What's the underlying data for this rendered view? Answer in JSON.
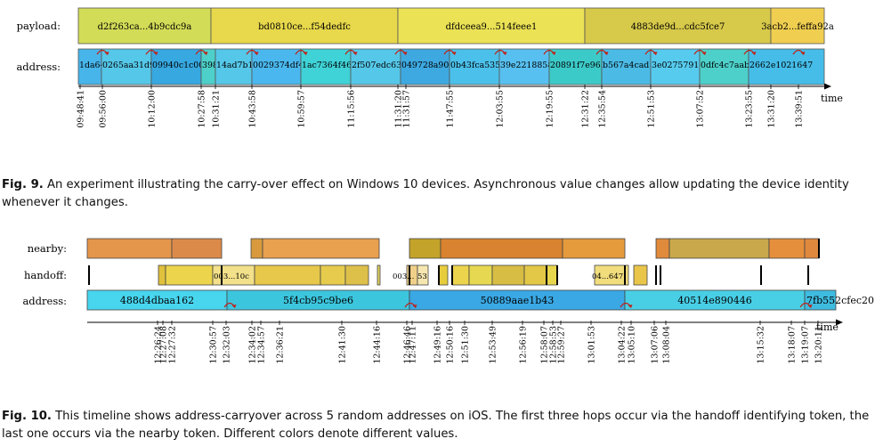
{
  "figure9": {
    "row_labels": [
      "payload:",
      "address:"
    ],
    "time_label": "time",
    "payload_segments": [
      {
        "label": "d2f263ca...4b9cdc9a",
        "color": "#d3dc57"
      },
      {
        "label": "bd0810ce...f54dedfc",
        "color": "#e8d84b"
      },
      {
        "label": "dfdceea9...514feee1",
        "color": "#ebe255"
      },
      {
        "label": "4883de9d...cdc5fce7",
        "color": "#d7c94a"
      },
      {
        "label": "3acb2...feffa92a",
        "color": "#f0ce50"
      }
    ],
    "address_segments": [
      {
        "label": "1da64",
        "color": "#47b5ea"
      },
      {
        "label": "0265aa31d9",
        "color": "#55c7e8"
      },
      {
        "label": "09940c1c00",
        "color": "#37a8e0"
      },
      {
        "label": "3980a7d67d",
        "color": "#4dd0c9"
      },
      {
        "label": "14ad7b127",
        "color": "#55c7e8"
      },
      {
        "label": "0029374df4",
        "color": "#4ab8ee"
      },
      {
        "label": "1ac7364f46",
        "color": "#3fd2d6"
      },
      {
        "label": "2f507edc63",
        "color": "#55c7e8"
      },
      {
        "label": "049728a900",
        "color": "#3ea9e1"
      },
      {
        "label": "0b43fca535",
        "color": "#4bc0ea"
      },
      {
        "label": "39e2218858",
        "color": "#58c0f0"
      },
      {
        "label": "20891f7e963",
        "color": "#3ccac8"
      },
      {
        "label": "b567a4cad",
        "color": "#4bbbe5"
      },
      {
        "label": "3e02757912",
        "color": "#56cbee"
      },
      {
        "label": "0dfc4c7aab",
        "color": "#4dd0c9"
      },
      {
        "label": "2662e1021647",
        "color": "#45bde8"
      }
    ],
    "tick_labels": [
      "09:48:41",
      "09:56:00",
      "10:12:00",
      "10:27:58",
      "10:31:21",
      "10:43:58",
      "10:59:57",
      "11:15:56",
      "11:31:20",
      "11:31:57",
      "11:47:55",
      "12:03:55",
      "12:19:55",
      "12:31:22",
      "12:35:54",
      "12:51:53",
      "13:07:52",
      "13:23:55",
      "13:31:20",
      "13:39:51"
    ]
  },
  "figure10": {
    "row_labels": [
      "nearby:",
      "handoff:",
      "address:"
    ],
    "time_label": "time",
    "handoff_labels": [
      "003...10c",
      "003...",
      "53",
      "04...647"
    ],
    "address_segments": [
      {
        "label": "488d4dbaa162",
        "color": "#48d5ee"
      },
      {
        "label": "5f4cb95c9be6",
        "color": "#3cc6de"
      },
      {
        "label": "50889aae1b43",
        "color": "#3aa8e4"
      },
      {
        "label": "40514e890446",
        "color": "#48cfe6"
      },
      {
        "label": "7fb552cfec20",
        "color": "#3fbbe0"
      }
    ],
    "tick_labels": [
      "12:26:24",
      "12:27:08",
      "12:27:32",
      "12:30:57",
      "12:32:03",
      "12:34:02",
      "12:34:57",
      "12:36:21",
      "12:41:30",
      "12:44:16",
      "12:46:46",
      "12:47:11",
      "12:49:16",
      "12:50:16",
      "12:51:30",
      "12:53:49",
      "12:56:19",
      "12:58:07",
      "12:58:53",
      "12:59:27",
      "13:01:53",
      "13:04:22",
      "13:05:10",
      "13:07:06",
      "13:08:04",
      "13:15:32",
      "13:18:07",
      "13:19:07",
      "13:20:11"
    ]
  },
  "captions": {
    "fig9_label": "Fig. 9.",
    "fig9_text": " An experiment illustrating the carry-over effect on Windows 10 devices. Asynchronous value changes allow updating the device identity whenever it changes.",
    "fig10_label": "Fig. 10.",
    "fig10_text": " This timeline shows address-carryover across 5 random addresses on iOS. The first three hops occur via the handoff identifying token, the last one occurs via the nearby token. Different colors denote different values."
  }
}
